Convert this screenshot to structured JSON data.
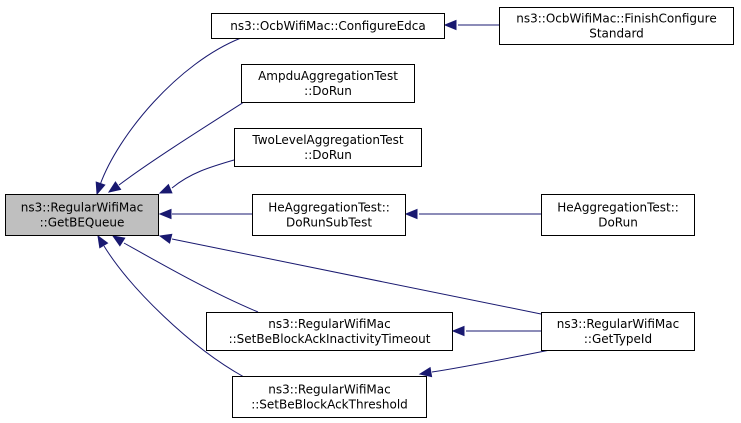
{
  "graph": {
    "edge_color": "#191970",
    "root_fill": "#bfbfbf",
    "node_fill": "#ffffff",
    "nodes": [
      {
        "id": "getbequeue",
        "name": "node-regularwifimac-getbequeue",
        "lines": [
          "ns3::RegularWifiMac",
          "::GetBEQueue"
        ],
        "root": true
      },
      {
        "id": "configureedca",
        "name": "node-ocbwifimac-configureedca",
        "lines": [
          "ns3::OcbWifiMac::ConfigureEdca"
        ]
      },
      {
        "id": "finishconfigure",
        "name": "node-ocbwifimac-finishconfigurestandard",
        "lines": [
          "ns3::OcbWifiMac::FinishConfigure",
          "Standard"
        ]
      },
      {
        "id": "ampdu",
        "name": "node-ampduaggregationtest-dorun",
        "lines": [
          "AmpduAggregationTest",
          "::DoRun"
        ]
      },
      {
        "id": "twolevel",
        "name": "node-twolevelaggregationtest-dorun",
        "lines": [
          "TwoLevelAggregationTest",
          "::DoRun"
        ]
      },
      {
        "id": "hesubtest",
        "name": "node-heaggregationtest-dorunsubtest",
        "lines": [
          "HeAggregationTest::",
          "DoRunSubTest"
        ]
      },
      {
        "id": "hedorun",
        "name": "node-heaggregationtest-dorun",
        "lines": [
          "HeAggregationTest::",
          "DoRun"
        ]
      },
      {
        "id": "gettypeid",
        "name": "node-regularwifimac-gettypeid",
        "lines": [
          "ns3::RegularWifiMac",
          "::GetTypeId"
        ]
      },
      {
        "id": "inactivity",
        "name": "node-regularwifimac-setbeblockackinactivitytimeout",
        "lines": [
          "ns3::RegularWifiMac",
          "::SetBeBlockAckInactivityTimeout"
        ]
      },
      {
        "id": "threshold",
        "name": "node-regularwifimac-setbeblockackthreshold",
        "lines": [
          "ns3::RegularWifiMac",
          "::SetBeBlockAckThreshold"
        ]
      }
    ],
    "edges": [
      {
        "from": "configureedca",
        "to": "getbequeue"
      },
      {
        "from": "ampdu",
        "to": "getbequeue"
      },
      {
        "from": "twolevel",
        "to": "getbequeue"
      },
      {
        "from": "hesubtest",
        "to": "getbequeue"
      },
      {
        "from": "gettypeid",
        "to": "getbequeue"
      },
      {
        "from": "inactivity",
        "to": "getbequeue"
      },
      {
        "from": "threshold",
        "to": "getbequeue"
      },
      {
        "from": "finishconfigure",
        "to": "configureedca"
      },
      {
        "from": "hedorun",
        "to": "hesubtest"
      },
      {
        "from": "gettypeid",
        "to": "inactivity"
      },
      {
        "from": "gettypeid",
        "to": "threshold"
      }
    ]
  }
}
